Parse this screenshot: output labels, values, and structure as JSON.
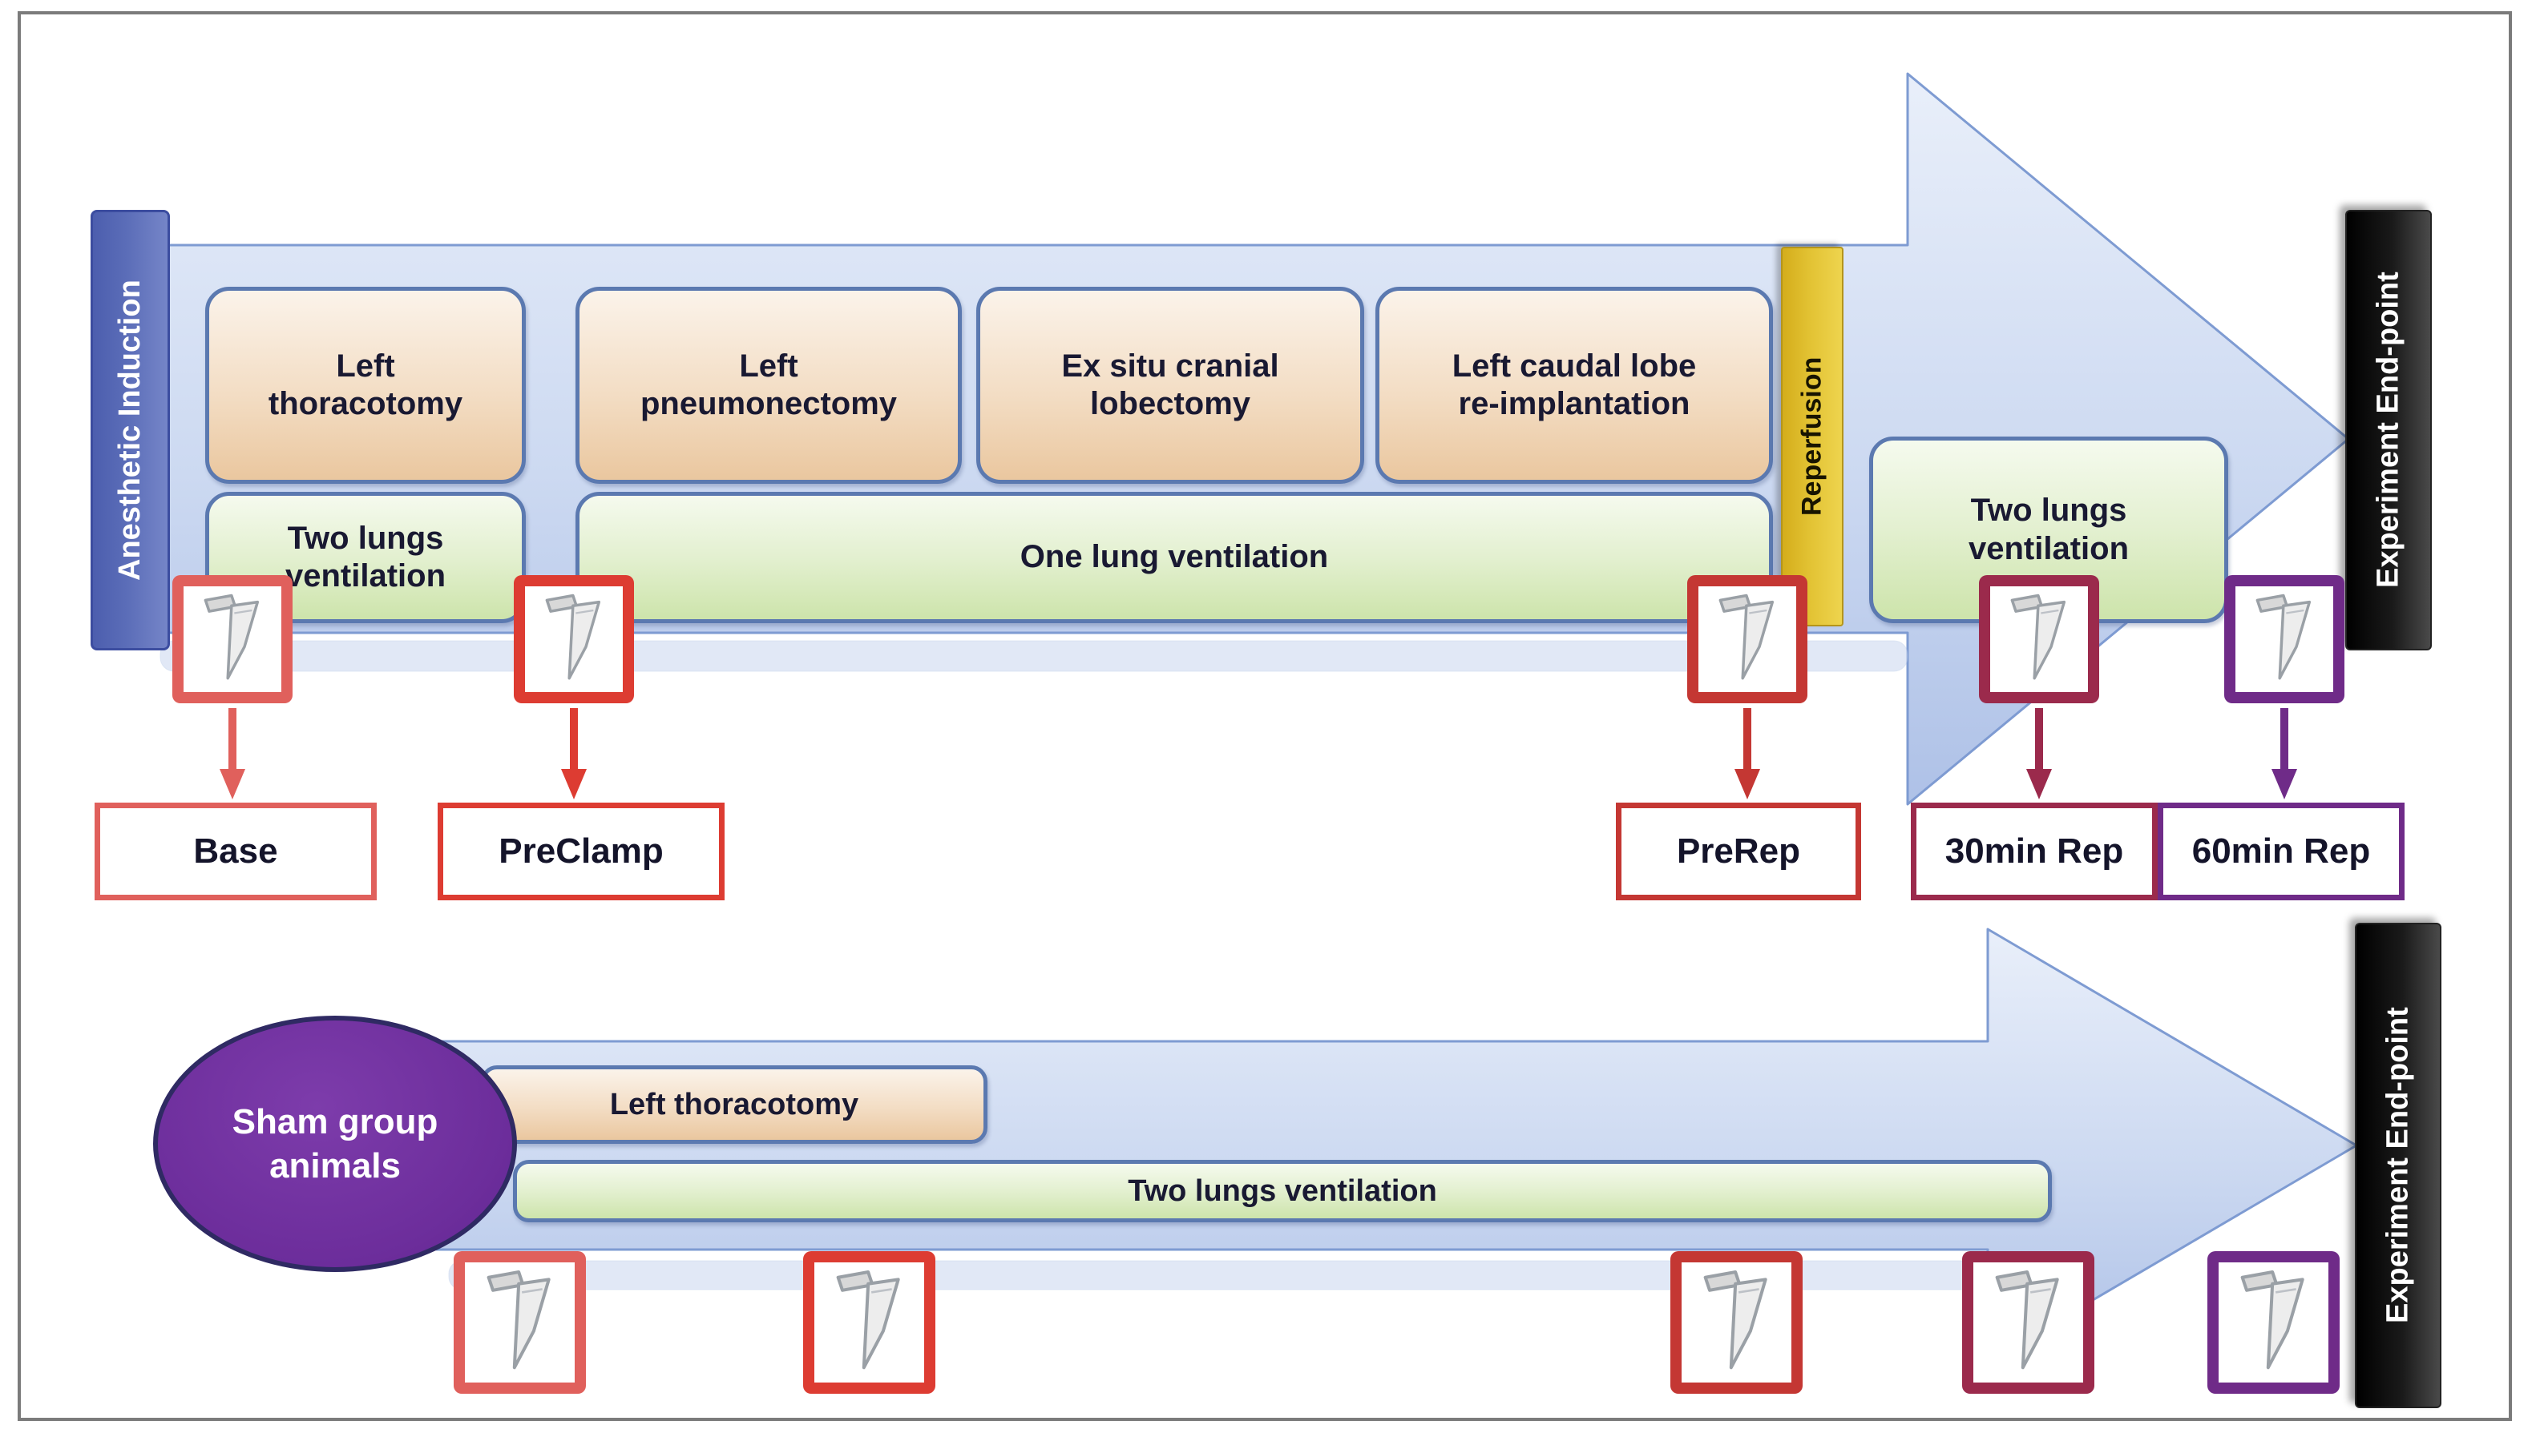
{
  "colors": {
    "arrow_fill_top": "#e9effa",
    "arrow_fill_bottom": "#aec1e7",
    "arrow_border": "#7e9bd2",
    "box_border": "#5b79b0",
    "induction_bar": "#5b6db8",
    "reperfusion_bar": "#e2c233",
    "endpoint_bar": "#111111",
    "sham_ellipse": "#7031a0",
    "timepoints": [
      "#e0605c",
      "#dd3c32",
      "#c43733",
      "#9b2a4c",
      "#6f2b88"
    ]
  },
  "top_timeline": {
    "induction_label": "Anesthetic Induction",
    "procedures": [
      "Left\nthoracotomy",
      "Left\npneumonectomy",
      "Ex situ cranial\nlobectomy",
      "Left caudal lobe\nre-implantation"
    ],
    "ventilation_phases": [
      "Two lungs\nventilation",
      "One lung ventilation",
      "Two lungs\nventilation"
    ],
    "reperfusion_label": "Reperfusion",
    "endpoint_label": "Experiment End-point",
    "timepoints": [
      "Base",
      "PreClamp",
      "PreRep",
      "30min Rep",
      "60min Rep"
    ]
  },
  "bottom_timeline": {
    "group_label": "Sham group\nanimals",
    "procedure": "Left thoracotomy",
    "ventilation": "Two lungs ventilation",
    "endpoint_label": "Experiment End-point"
  }
}
